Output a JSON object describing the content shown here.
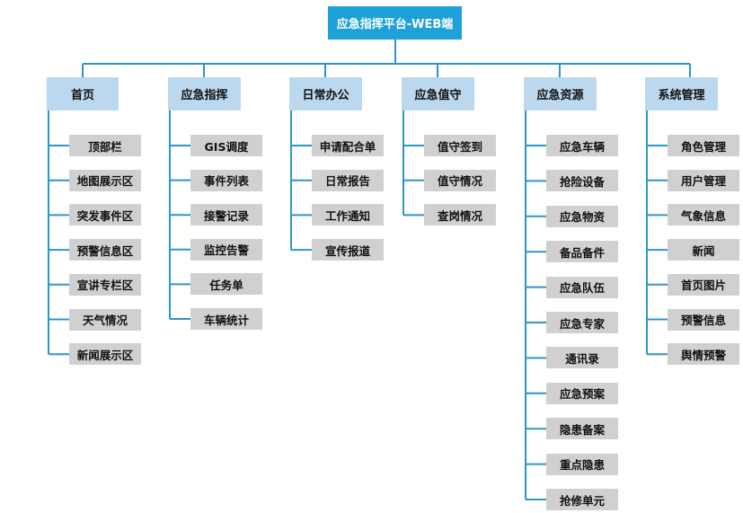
{
  "root": {
    "label": "应急指挥平台-WEB端"
  },
  "categories": [
    {
      "label": "首页",
      "items": [
        "顶部栏",
        "地图展示区",
        "突发事件区",
        "预警信息区",
        "宣讲专栏区",
        "天气情况",
        "新闻展示区"
      ]
    },
    {
      "label": "应急指挥",
      "items": [
        "GIS调度",
        "事件列表",
        "接警记录",
        "监控告警",
        "任务单",
        "车辆统计"
      ]
    },
    {
      "label": "日常办公",
      "items": [
        "申请配合单",
        "日常报告",
        "工作通知",
        "宣传报道"
      ]
    },
    {
      "label": "应急值守",
      "items": [
        "值守签到",
        "值守情况",
        "查岗情况"
      ]
    },
    {
      "label": "应急资源",
      "items": [
        "应急车辆",
        "抢险设备",
        "应急物资",
        "备品备件",
        "应急队伍",
        "应急专家",
        "通讯录",
        "应急预案",
        "隐患备案",
        "重点隐患",
        "抢修单元"
      ]
    },
    {
      "label": "系统管理",
      "items": [
        "角色管理",
        "用户管理",
        "气象信息",
        "新闻",
        "首页图片",
        "预警信息",
        "舆情预警"
      ]
    }
  ],
  "colors": {
    "root_fill": "#1ea0d8",
    "category_fill": "#bcd8ee",
    "item_fill": "#d0d0d0",
    "connector": "#2d96c6"
  }
}
